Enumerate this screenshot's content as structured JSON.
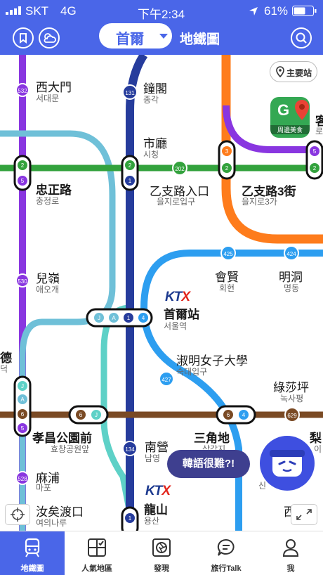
{
  "status_bar": {
    "carrier": "SKT",
    "network": "4G",
    "time": "下午2:34",
    "battery": "61%"
  },
  "header": {
    "city": "首爾",
    "title": "地鐵圖"
  },
  "map": {
    "main_stations_label": "主要站",
    "google_maps_label": "周邊美食",
    "stations": [
      {
        "name": "西大門",
        "sub": "서대문",
        "codes": [
          "532"
        ]
      },
      {
        "name": "鐘閣",
        "sub": "종각",
        "codes": [
          "131"
        ]
      },
      {
        "name": "市廳",
        "sub": "시청",
        "codes": [
          "2",
          "1"
        ]
      },
      {
        "name": "忠正路",
        "sub": "충정로",
        "codes": [
          "2",
          "5"
        ]
      },
      {
        "name": "乙支路入口",
        "sub": "을지로입구",
        "codes": [
          "202"
        ]
      },
      {
        "name": "乙支路3街",
        "sub": "을지로3가",
        "codes": [
          "3",
          "2"
        ]
      },
      {
        "name": "兒嶺",
        "sub": "애오개",
        "codes": [
          "530"
        ]
      },
      {
        "name": "會賢",
        "sub": "회현",
        "codes": [
          "425"
        ]
      },
      {
        "name": "明洞",
        "sub": "명동",
        "codes": [
          "424"
        ]
      },
      {
        "name": "首爾站",
        "sub": "서울역",
        "codes": [
          "J",
          "A",
          "1",
          "4"
        ]
      },
      {
        "name": "淑明女子大學",
        "sub": "숙대입구",
        "codes": [
          "427"
        ]
      },
      {
        "name": "綠莎坪",
        "sub": "녹사평",
        "codes": [
          "629"
        ]
      },
      {
        "name": "孝昌公園前",
        "sub": "효창공원앞",
        "codes": [
          "6",
          "J"
        ]
      },
      {
        "name": "南營",
        "sub": "남영",
        "codes": [
          "134"
        ]
      },
      {
        "name": "三角地",
        "sub": "삼각지",
        "codes": [
          "6",
          "4"
        ]
      },
      {
        "name": "麻浦",
        "sub": "마포",
        "codes": [
          "528"
        ]
      },
      {
        "name": "汝矣渡口",
        "sub": "여의나루",
        "codes": []
      },
      {
        "name": "龍山",
        "sub": "용산",
        "codes": [
          "1"
        ]
      }
    ],
    "edge_labels": {
      "left_top": "德",
      "left_sub": "덕",
      "right_top": "客",
      "right_sub": "로",
      "pear": "梨",
      "pear_sub": "이",
      "far_right": "西",
      "sin": "신"
    },
    "ktx": "KTX",
    "bubble": "韓語很難?!"
  },
  "lines": {
    "line1": "#263c9c",
    "line2": "#33a23d",
    "line3": "#fe7c1c",
    "line4": "#2d9ef0",
    "line5": "#8936e0",
    "line6": "#7a4a24",
    "airport": "#6fc0d8",
    "gyeongui": "#5ed1c7"
  },
  "tabs": [
    {
      "label": "地鐵圖",
      "icon": "subway-icon",
      "active": true
    },
    {
      "label": "人氣地區",
      "icon": "map-grid-icon",
      "active": false
    },
    {
      "label": "發現",
      "icon": "aperture-icon",
      "active": false
    },
    {
      "label": "旅行Talk",
      "icon": "chat-icon",
      "active": false
    },
    {
      "label": "我",
      "icon": "person-icon",
      "active": false
    }
  ]
}
